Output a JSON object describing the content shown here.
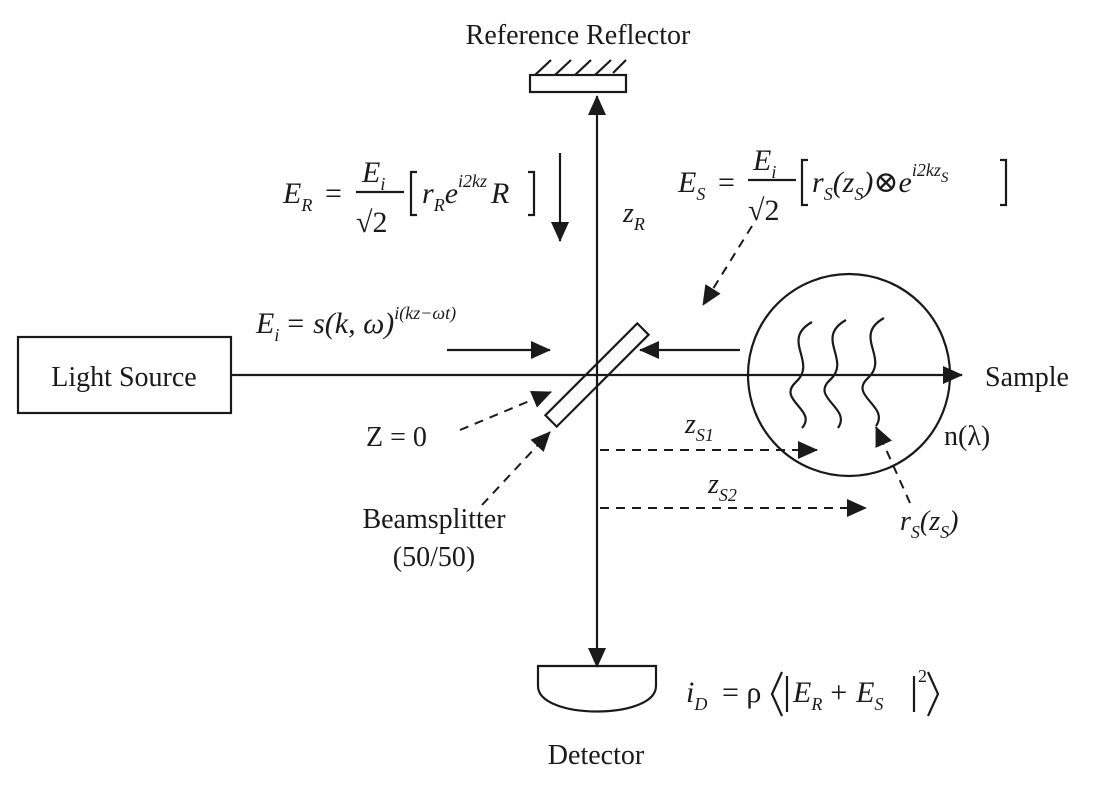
{
  "labels": {
    "reference_reflector": "Reference Reflector",
    "light_source": "Light Source",
    "sample": "Sample",
    "detector": "Detector",
    "beamsplitter": "Beamsplitter",
    "beamsplitter_ratio": "(50/50)",
    "z_zero": "Z = 0",
    "z_r": "z",
    "z_r_sub": "R",
    "z_s1": "z",
    "z_s1_sub": "S1",
    "z_s2": "z",
    "z_s2_sub": "S2",
    "refractive_index": "n(λ)",
    "r_s": "r",
    "r_s_sub": "S",
    "r_s_arg": "(z",
    "r_s_arg_sub": "S",
    "r_s_close": ")"
  },
  "equations": {
    "e_r_lhs": "E",
    "e_r_lhs_sub": "R",
    "e_r_eq": "=",
    "e_r_num": "E",
    "e_r_num_sub": "i",
    "e_r_den": "√2",
    "e_r_body": "r",
    "e_r_body_sub": "R",
    "e_r_exp_base": "e",
    "e_r_exp": "i2kz",
    "e_r_tail": "R",
    "e_s_lhs": "E",
    "e_s_lhs_sub": "S",
    "e_s_eq": "=",
    "e_s_num": "E",
    "e_s_num_sub": "i",
    "e_s_den": "√2",
    "e_s_body": "r",
    "e_s_body_sub": "S",
    "e_s_arg": "(z",
    "e_s_arg_sub": "S",
    "e_s_conv": ")⊗",
    "e_s_exp_base": "e",
    "e_s_exp": "i2kz",
    "e_s_exp_sub": "S",
    "e_i_lhs": "E",
    "e_i_lhs_sub": "i",
    "e_i_rhs": "= s(k, ω)",
    "e_i_exp": "i(kz−ωt)",
    "i_d_lhs": "i",
    "i_d_lhs_sub": "D",
    "i_d_rhs": "= ρ",
    "i_d_body": "E",
    "i_d_body_sub": "R",
    "i_d_plus": "+ E",
    "i_d_plus_sub": "S",
    "i_d_power": "2"
  }
}
